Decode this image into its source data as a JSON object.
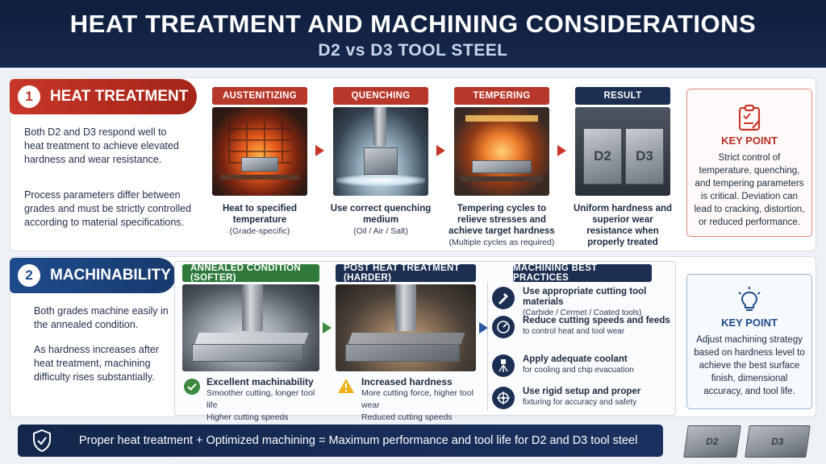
{
  "header": {
    "title": "HEAT TREATMENT AND MACHINING CONSIDERATIONS",
    "subtitle": "D2 vs D3 TOOL STEEL"
  },
  "heat_treatment": {
    "number": "1",
    "title": "HEAT TREATMENT",
    "paragraph1": "Both D2 and D3 respond well to heat treatment to achieve elevated hardness and wear resistance.",
    "paragraph2": "Process parameters differ between grades and must be strictly controlled according to material specifications.",
    "steps": [
      {
        "label": "AUSTENITIZING",
        "caption": "Heat to specified temperature",
        "sub": "(Grade-specific)"
      },
      {
        "label": "QUENCHING",
        "caption": "Use correct quenching medium",
        "sub": "(Oil / Air / Salt)"
      },
      {
        "label": "TEMPERING",
        "caption": "Tempering cycles to relieve stresses and achieve target hardness",
        "sub": "(Multiple cycles as required)"
      },
      {
        "label": "RESULT",
        "caption": "Uniform hardness and superior wear resistance when properly treated",
        "sub": ""
      }
    ],
    "result_blocks": [
      "D2",
      "D3"
    ],
    "key_point": {
      "title": "KEY POINT",
      "text": "Strict control of temperature, quenching, and tempering parameters is critical. Deviation can lead to cracking, distortion, or reduced performance."
    }
  },
  "machinability": {
    "number": "2",
    "title": "MACHINABILITY",
    "paragraph1": "Both grades machine easily in the annealed condition.",
    "paragraph2": "As hardness increases after heat treatment, machining difficulty rises substantially.",
    "annealed": {
      "label": "ANNEALED CONDITION (SOFTER)",
      "title": "Excellent machinability",
      "line1": "Smoother cutting, longer tool life",
      "line2": "Higher cutting speeds"
    },
    "hardened": {
      "label": "POST HEAT TREATMENT (HARDER)",
      "title": "Increased hardness",
      "line1": "More cutting force, higher tool wear",
      "line2": "Reduced cutting speeds"
    },
    "best_practices": {
      "label": "MACHINING BEST PRACTICES",
      "items": [
        {
          "title": "Use appropriate cutting tool materials",
          "sub": "(Carbide / Cermet / Coated tools)",
          "icon": "cutting-tool-icon"
        },
        {
          "title": "Reduce cutting speeds and feeds",
          "sub": "to control heat and tool wear",
          "icon": "speedometer-icon"
        },
        {
          "title": "Apply adequate coolant",
          "sub": "for cooling and chip evacuation",
          "icon": "coolant-nozzle-icon"
        },
        {
          "title": "Use rigid setup and proper",
          "sub": "fixturing for accuracy and safety",
          "icon": "crosshair-icon"
        }
      ]
    },
    "key_point": {
      "title": "KEY POINT",
      "text": "Adjust machining strategy based on hardness level to achieve the best surface finish, dimensional accuracy, and tool life."
    }
  },
  "footer": {
    "banner": "Proper heat treatment + Optimized machining = Maximum performance and tool life for D2 and D3 tool steel",
    "blocks": [
      "D2",
      "D3"
    ]
  },
  "colors": {
    "heat_accent": "#c8362a",
    "machining_accent": "#1f4b8c",
    "navy": "#13264b",
    "good": "#3b8a3f",
    "warning": "#f2b01e"
  }
}
